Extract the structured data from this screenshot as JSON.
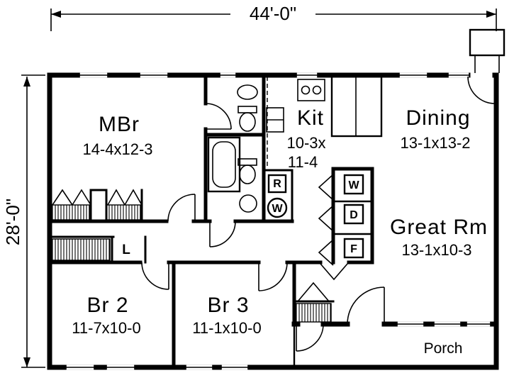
{
  "dimensions": {
    "overall_width": "44'-0\"",
    "overall_depth": "28'-0\""
  },
  "rooms": {
    "mbr": {
      "name": "MBr",
      "size": "14-4x12-3"
    },
    "kit": {
      "name": "Kit",
      "size_line1": "10-3x",
      "size_line2": "11-4"
    },
    "dining": {
      "name": "Dining",
      "size": "13-1x13-2"
    },
    "great_rm": {
      "name": "Great Rm",
      "size": "13-1x10-3"
    },
    "br2": {
      "name": "Br 2",
      "size": "11-7x10-0"
    },
    "br3": {
      "name": "Br 3",
      "size": "11-1x10-0"
    },
    "porch": {
      "name": "Porch"
    }
  },
  "appliance_labels": {
    "linen": "L",
    "range": "R",
    "water_heater": "W",
    "washer": "W",
    "dryer": "D",
    "furnace": "F"
  },
  "colors": {
    "ink": "#000000",
    "paper": "#ffffff"
  }
}
